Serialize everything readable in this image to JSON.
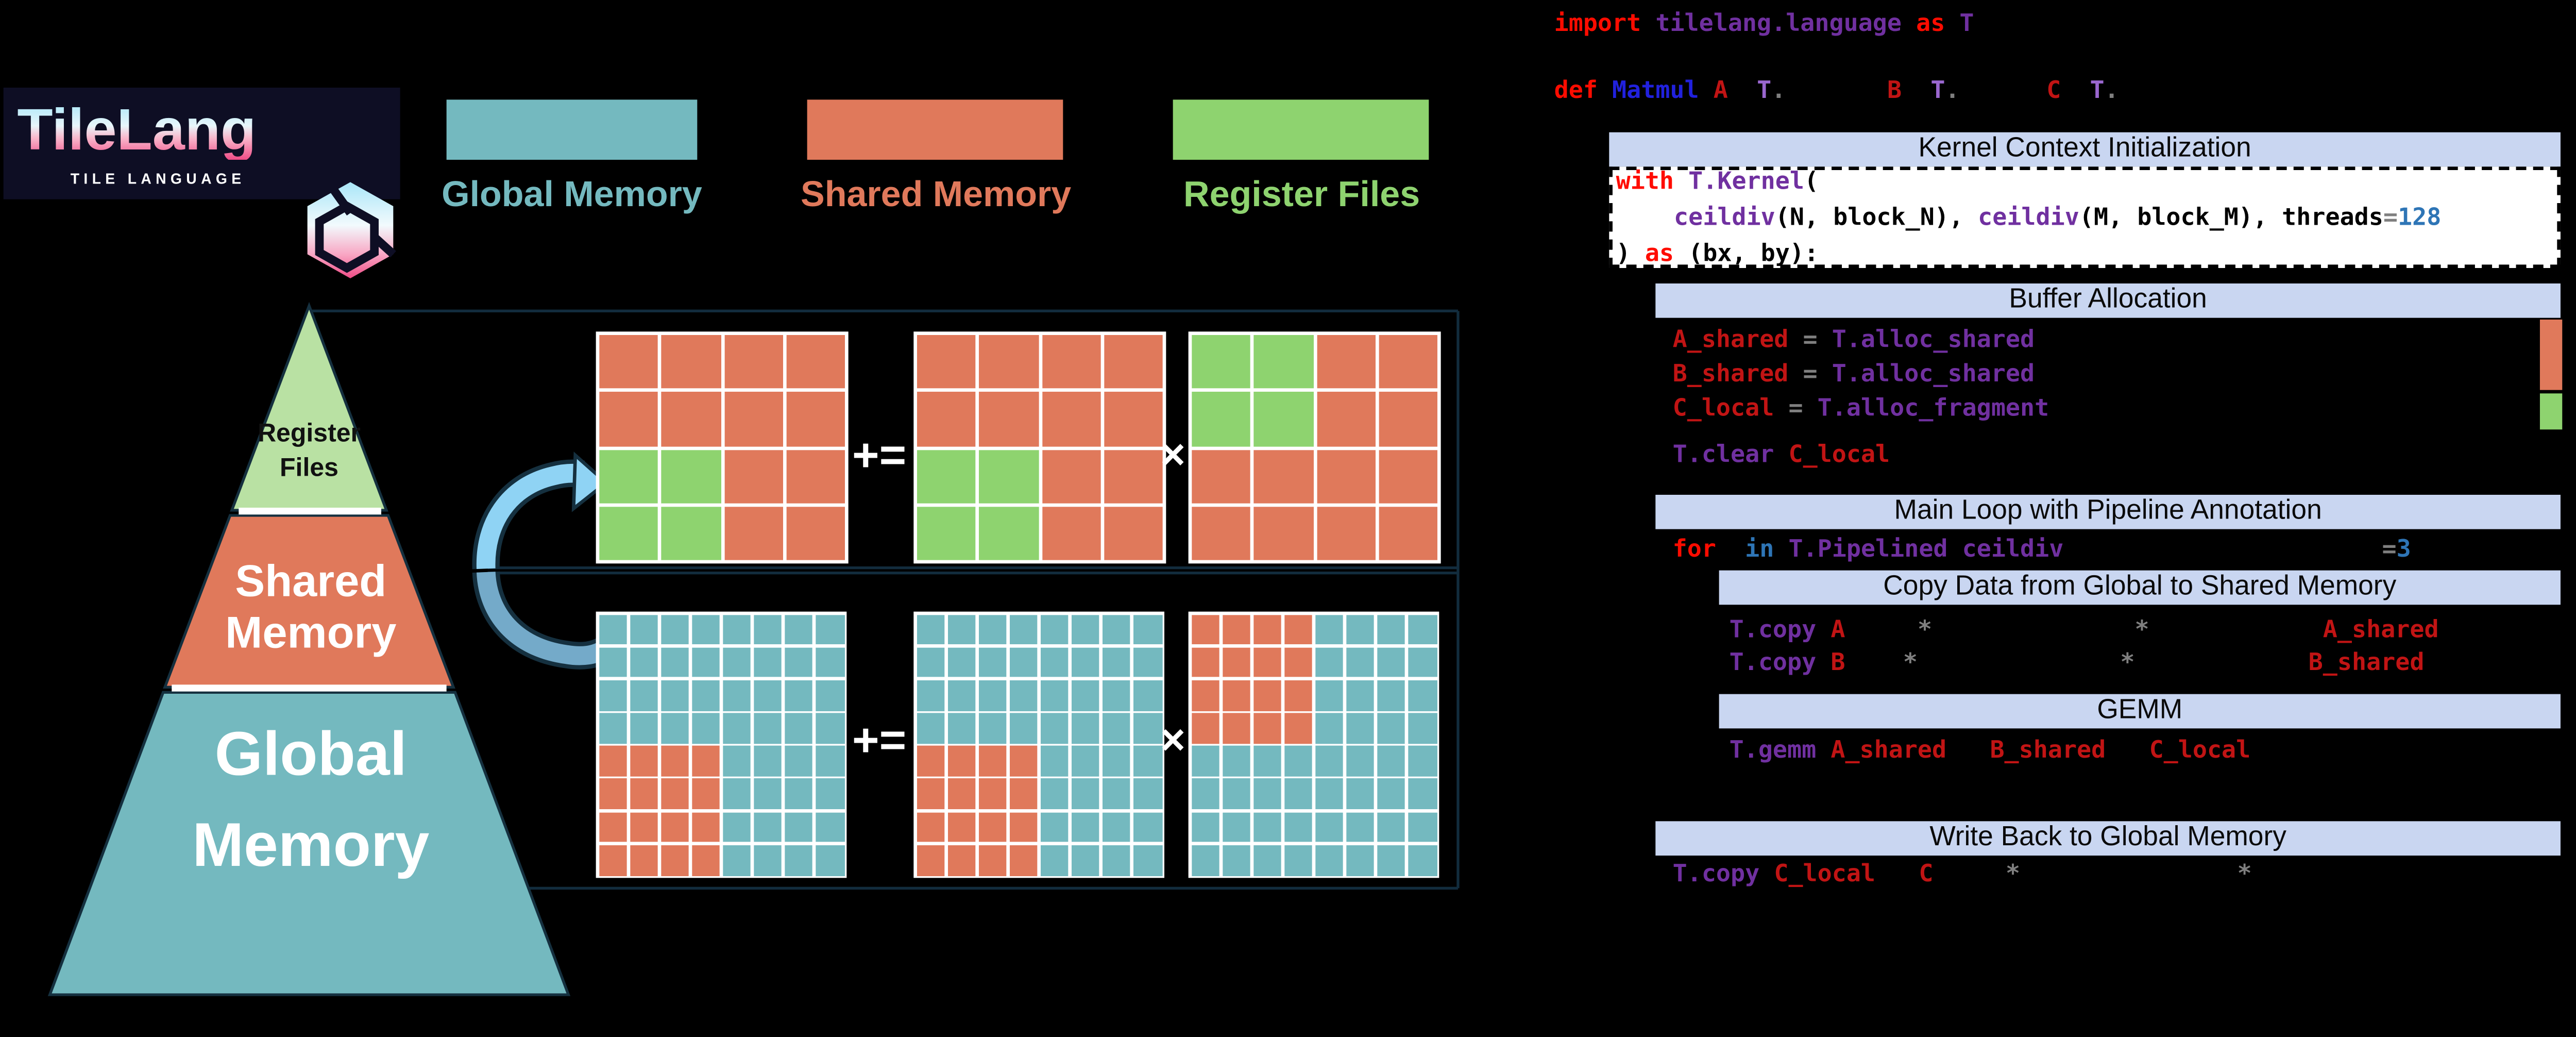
{
  "logo": {
    "title": "TileLang",
    "subtitle": "TILE LANGUAGE",
    "bg": "#0e0e24",
    "gradient_top": "#a9e6f8",
    "gradient_bottom": "#ef4c86"
  },
  "legend": {
    "items": [
      {
        "label": "Global Memory",
        "color": "#74b9bf"
      },
      {
        "label": "Shared Memory",
        "color": "#e0795b"
      },
      {
        "label": "Register Files",
        "color": "#8ed36f"
      }
    ]
  },
  "pyramid": {
    "outline_color": "#15303f",
    "levels": [
      {
        "label": "Register Files",
        "color": "#b9e1a3",
        "text_color": "#111111"
      },
      {
        "label": "Shared Memory",
        "color": "#e0795b",
        "text_color": "#ffffff"
      },
      {
        "label": "Global Memory",
        "color": "#74b9bf",
        "text_color": "#ffffff"
      }
    ]
  },
  "arrow": {
    "upper_color": "#8fd3f4",
    "lower_color": "#74aac9",
    "outline": "#15303f"
  },
  "matrices": {
    "cell_colors": {
      "S": "#e0795b",
      "G": "#8ed36f",
      "T": "#74b9bf"
    },
    "top_row": {
      "operator_plus": "+=",
      "operator_times": "×",
      "grids": [
        {
          "rows": [
            "SSSS",
            "SSSS",
            "GGSS",
            "GGSS"
          ]
        },
        {
          "rows": [
            "SSSS",
            "SSSS",
            "GGSS",
            "GGSS"
          ]
        },
        {
          "rows": [
            "GGSS",
            "GGSS",
            "SSSS",
            "SSSS"
          ]
        }
      ]
    },
    "bottom_row": {
      "operator_plus": "+=",
      "operator_times": "×",
      "grids": [
        {
          "rows": [
            "TTTTTTTT",
            "TTTTTTTT",
            "TTTTTTTT",
            "TTTTTTTT",
            "SSSSTTTT",
            "SSSSTTTT",
            "SSSSTTTT",
            "SSSSTTTT"
          ]
        },
        {
          "rows": [
            "TTTTTTTT",
            "TTTTTTTT",
            "TTTTTTTT",
            "TTTTTTTT",
            "SSSSTTTT",
            "SSSSTTTT",
            "SSSSTTTT",
            "SSSSTTTT"
          ]
        },
        {
          "rows": [
            "SSSSTTTT",
            "SSSSTTTT",
            "SSSSTTTT",
            "SSSSTTTT",
            "TTTTTTTT",
            "TTTTTTTT",
            "TTTTTTTT",
            "TTTTTTTT"
          ]
        }
      ]
    }
  },
  "code": {
    "banner_bg": "#c9d6f1",
    "colors": {
      "keyword": "#ff0c00",
      "variable": "#c11414",
      "purple": "#7030a0",
      "purple_light": "#9a67cf",
      "blue": "#2e75b6",
      "blue_strong": "#2121dd",
      "gray": "#7f7f7f",
      "black": "#000000"
    },
    "banners": [
      {
        "label": "Kernel Context Initialization"
      },
      {
        "label": "Buffer Allocation"
      },
      {
        "label": "Main Loop with Pipeline Annotation"
      },
      {
        "label": "Copy Data from Global to Shared Memory"
      },
      {
        "label": "GEMM"
      },
      {
        "label": "Write Back to Global Memory"
      }
    ],
    "side_bars": [
      {
        "meaning": "shared-memory",
        "color": "#e0795b"
      },
      {
        "meaning": "register-fragment",
        "color": "#8ed36f"
      }
    ],
    "lines": [
      {
        "tokens": [
          [
            "keyword",
            "import "
          ],
          [
            "purple",
            "tilelang.language"
          ],
          [
            "keyword",
            " as "
          ],
          [
            "purple",
            "T"
          ]
        ]
      },
      {
        "tokens": [
          [
            "keyword",
            "def "
          ],
          [
            "blue_strong",
            "Matmul"
          ],
          [
            "black",
            " "
          ],
          [
            "variable",
            "A"
          ],
          [
            "black",
            "  "
          ],
          [
            "purple_light",
            "T"
          ],
          [
            "gray",
            "."
          ],
          [
            "black",
            "       "
          ],
          [
            "variable",
            "B"
          ],
          [
            "black",
            "  "
          ],
          [
            "purple_light",
            "T"
          ],
          [
            "gray",
            "."
          ],
          [
            "black",
            "      "
          ],
          [
            "variable",
            "C"
          ],
          [
            "black",
            "  "
          ],
          [
            "purple_light",
            "T"
          ],
          [
            "gray",
            "."
          ]
        ]
      },
      {
        "tokens": [
          [
            "keyword",
            "with "
          ],
          [
            "purple",
            "T.Kernel"
          ],
          [
            "black",
            "("
          ]
        ]
      },
      {
        "tokens": [
          [
            "black",
            "    "
          ],
          [
            "purple",
            "ceildiv"
          ],
          [
            "black",
            "(N, block_N), "
          ],
          [
            "purple",
            "ceildiv"
          ],
          [
            "black",
            "(M, block_M), threads"
          ],
          [
            "gray",
            "="
          ],
          [
            "blue",
            "128"
          ]
        ]
      },
      {
        "tokens": [
          [
            "black",
            ") "
          ],
          [
            "keyword",
            "as"
          ],
          [
            "black",
            " (bx, by):"
          ]
        ]
      },
      {
        "tokens": [
          [
            "variable",
            "A_shared"
          ],
          [
            "gray",
            " = "
          ],
          [
            "purple",
            "T.alloc_shared"
          ]
        ]
      },
      {
        "tokens": [
          [
            "variable",
            "B_shared"
          ],
          [
            "gray",
            " = "
          ],
          [
            "purple",
            "T.alloc_shared"
          ]
        ]
      },
      {
        "tokens": [
          [
            "variable",
            "C_local"
          ],
          [
            "gray",
            " = "
          ],
          [
            "purple",
            "T.alloc_fragment"
          ]
        ]
      },
      {
        "tokens": [
          [
            "purple",
            "T.clear"
          ],
          [
            "black",
            " "
          ],
          [
            "variable",
            "C_local"
          ]
        ]
      },
      {
        "tokens": [
          [
            "keyword",
            "for"
          ],
          [
            "black",
            "  "
          ],
          [
            "blue",
            "in"
          ],
          [
            "black",
            " "
          ],
          [
            "purple",
            "T.Pipelined"
          ],
          [
            "black",
            " "
          ],
          [
            "purple",
            "ceildiv"
          ],
          [
            "black",
            "                      "
          ],
          [
            "gray",
            "="
          ],
          [
            "blue",
            "3"
          ]
        ]
      },
      {
        "tokens": [
          [
            "purple",
            "T.copy"
          ],
          [
            "black",
            " "
          ],
          [
            "variable",
            "A"
          ],
          [
            "black",
            "     "
          ],
          [
            "gray",
            "*"
          ],
          [
            "black",
            "              "
          ],
          [
            "gray",
            "*"
          ],
          [
            "black",
            "            "
          ],
          [
            "variable",
            "A_shared"
          ]
        ]
      },
      {
        "tokens": [
          [
            "purple",
            "T.copy"
          ],
          [
            "black",
            " "
          ],
          [
            "variable",
            "B"
          ],
          [
            "black",
            "    "
          ],
          [
            "gray",
            "*"
          ],
          [
            "black",
            "              "
          ],
          [
            "gray",
            "*"
          ],
          [
            "black",
            "            "
          ],
          [
            "variable",
            "B_shared"
          ]
        ]
      },
      {
        "tokens": [
          [
            "purple",
            "T.gemm"
          ],
          [
            "black",
            " "
          ],
          [
            "variable",
            "A_shared"
          ],
          [
            "black",
            "   "
          ],
          [
            "variable",
            "B_shared"
          ],
          [
            "black",
            "   "
          ],
          [
            "variable",
            "C_local"
          ]
        ]
      },
      {
        "tokens": [
          [
            "purple",
            "T.copy"
          ],
          [
            "black",
            " "
          ],
          [
            "variable",
            "C_local"
          ],
          [
            "black",
            "   "
          ],
          [
            "variable",
            "C"
          ],
          [
            "black",
            "     "
          ],
          [
            "gray",
            "*"
          ],
          [
            "black",
            "               "
          ],
          [
            "gray",
            "*"
          ]
        ]
      }
    ]
  }
}
